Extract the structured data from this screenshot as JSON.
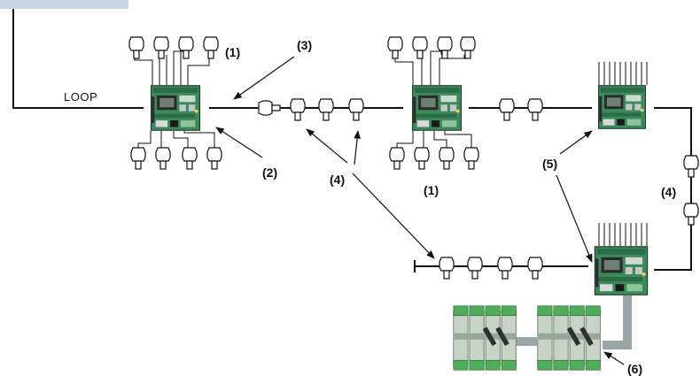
{
  "labels": {
    "loop": "LOOP",
    "n1": "(1)",
    "n2": "(2)",
    "n3": "(3)",
    "n4": "(4)",
    "n5": "(5)",
    "n6": "(6)"
  },
  "colors": {
    "line": "#111111",
    "board": "#2e7d4f",
    "board_dark": "#1f5a38",
    "module_body": "#c9d2c9",
    "module_green": "#4fae5a",
    "cable": "#9aa5a5",
    "banner": "#c8d6e6"
  },
  "icons": [
    "detector-icon",
    "controller-board-icon",
    "io-module-icon"
  ]
}
